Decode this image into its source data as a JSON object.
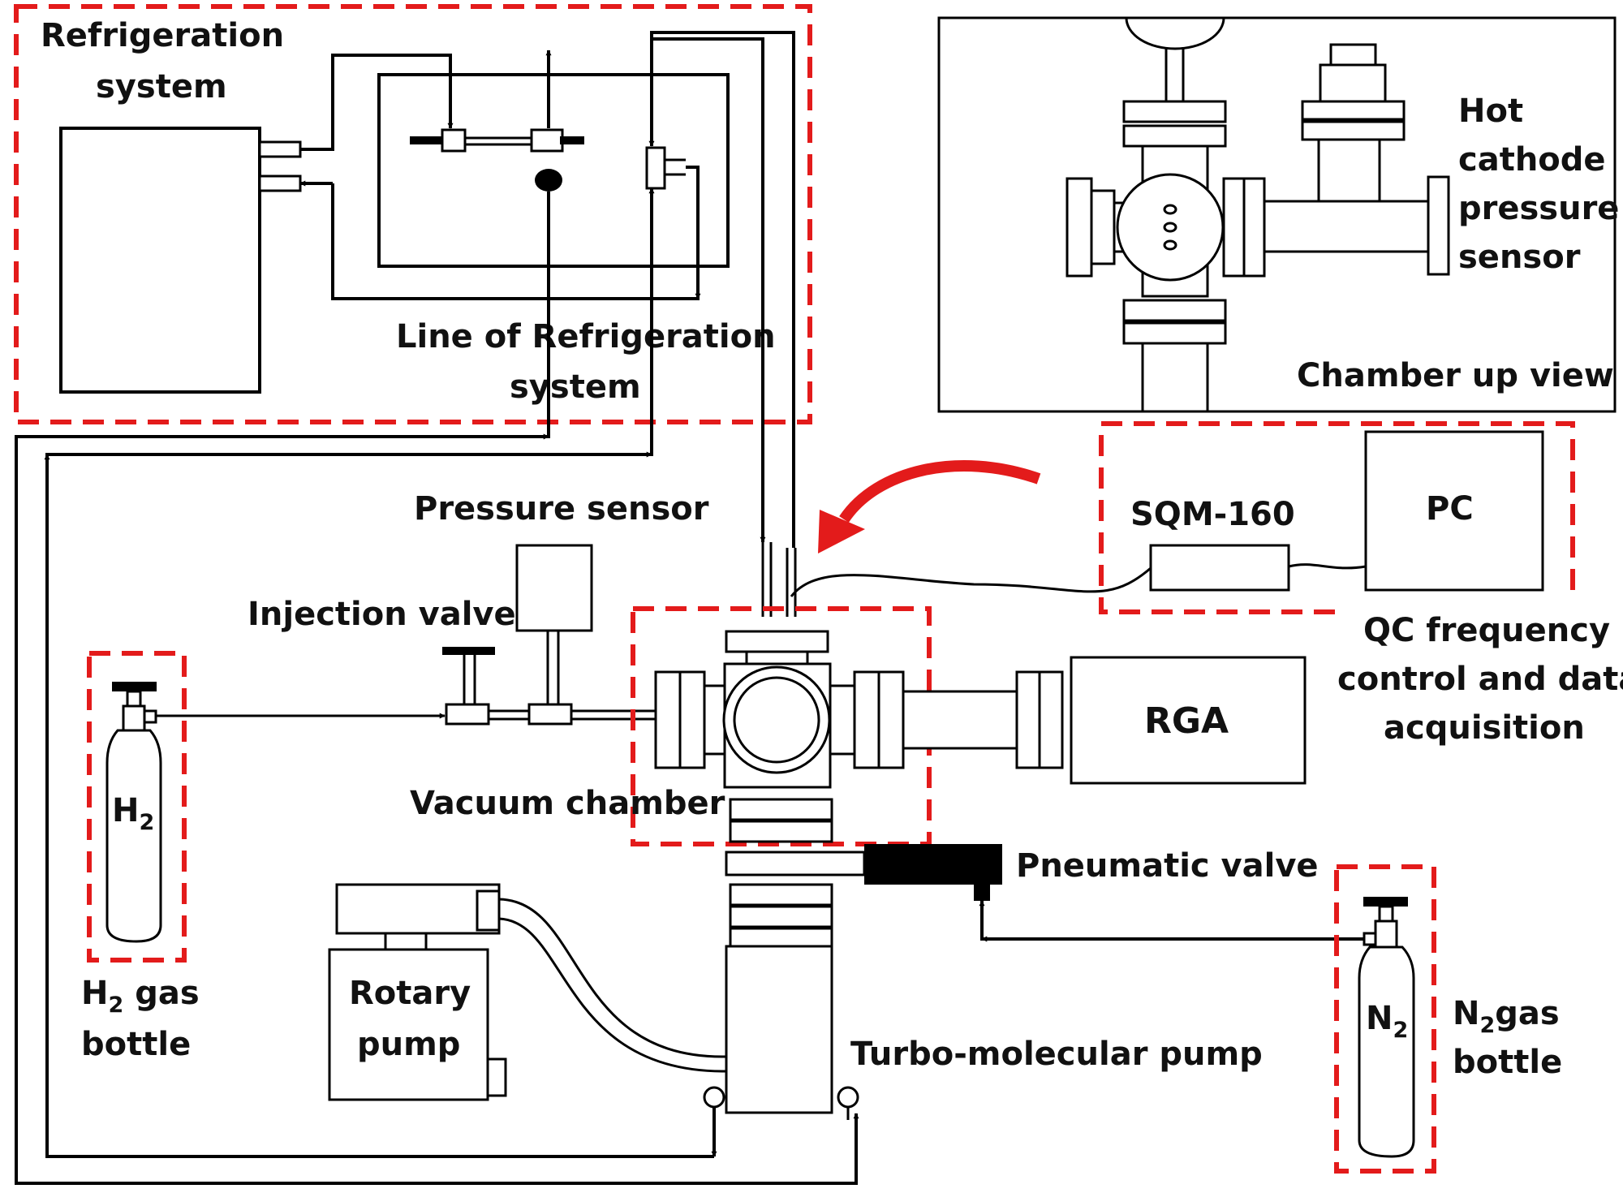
{
  "colors": {
    "dashed_group": "#e31b1b",
    "arrow_red": "#e31b1b",
    "line": "#000000"
  },
  "labels": {
    "refrigeration_line1": "Refrigeration",
    "refrigeration_line2": "system",
    "line_refrig_line1": "Line of Refrigeration",
    "line_refrig_line2": "system",
    "hot_cathode_line1": "Hot",
    "hot_cathode_line2": "cathode",
    "hot_cathode_line3": "pressure",
    "hot_cathode_line4": "sensor",
    "chamber_up_view": "Chamber up view",
    "sqm": "SQM-160",
    "pc": "PC",
    "qc_line1": "QC frequency",
    "qc_line2": "control and data",
    "qc_line3": "acquisition",
    "pressure_sensor": "Pressure sensor",
    "injection_valve": "Injection valve",
    "rga": "RGA",
    "vacuum_chamber": "Vacuum chamber",
    "pneumatic_valve": "Pneumatic valve",
    "rotary_line1": "Rotary",
    "rotary_line2": "pump",
    "turbo": "Turbo-molecular pump",
    "h2_bottle_mark": "H",
    "h2_bottle_sub": "2",
    "h2_caption_h": "H",
    "h2_caption_sub": "2",
    "h2_caption_rest": " gas",
    "h2_caption_line2": "bottle",
    "n2_bottle_mark": "N",
    "n2_bottle_sub": "2",
    "n2_caption_n": "N",
    "n2_caption_sub": "2",
    "n2_caption_rest": "gas",
    "n2_caption_line2": "bottle"
  }
}
